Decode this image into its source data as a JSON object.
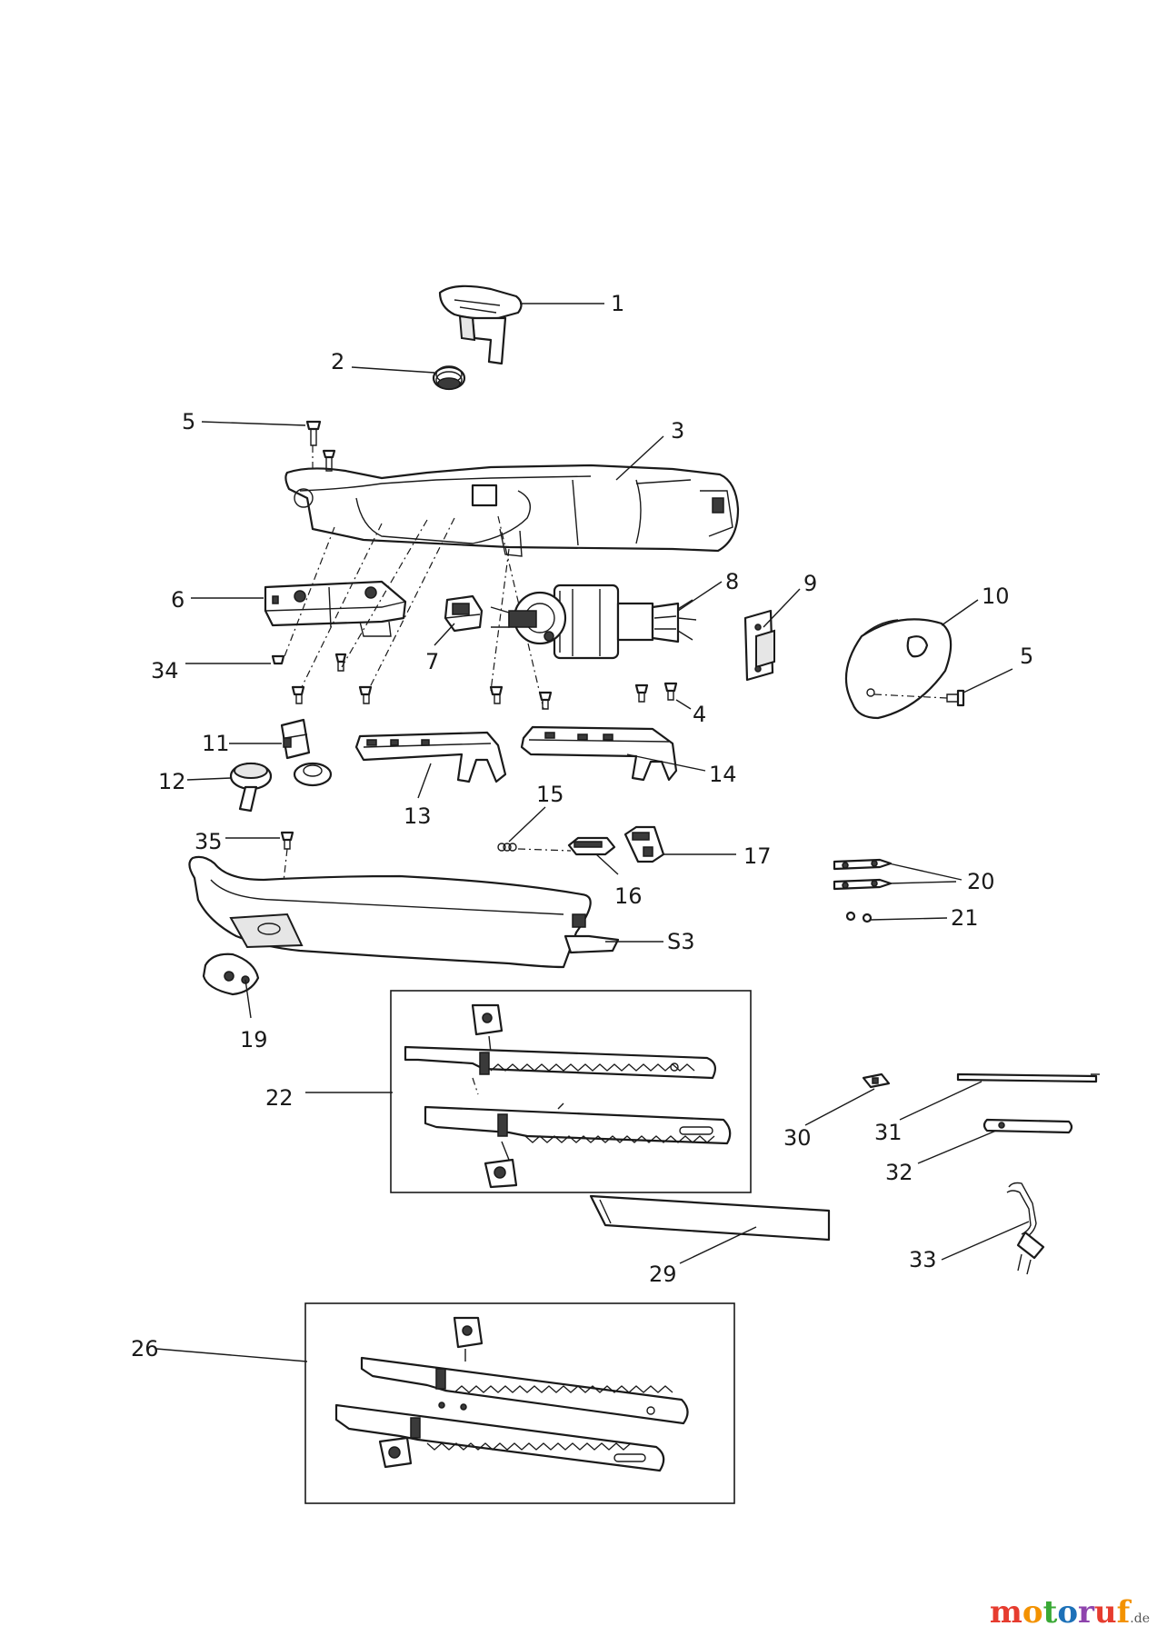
{
  "callouts": {
    "c1": "1",
    "c2": "2",
    "c3": "3",
    "c4": "4",
    "c5a": "5",
    "c5b": "5",
    "c6": "6",
    "c7": "7",
    "c8": "8",
    "c9": "9",
    "c10": "10",
    "c11": "11",
    "c12": "12",
    "c13": "13",
    "c14": "14",
    "c15": "15",
    "c16": "16",
    "c17": "17",
    "c19": "19",
    "c20": "20",
    "c21": "21",
    "c22": "22",
    "c26": "26",
    "c29": "29",
    "c30": "30",
    "c31": "31",
    "c32": "32",
    "c33": "33",
    "c34": "34",
    "c35": "35",
    "cS3": "S3"
  },
  "watermark": {
    "letters": [
      "m",
      "o",
      "t",
      "o",
      "r",
      "u",
      "f"
    ],
    "colors": [
      "#e63c2f",
      "#f39200",
      "#3aa935",
      "#1d71b8",
      "#8e44ad",
      "#e63c2f",
      "#f39200"
    ],
    "domain": ".de"
  }
}
